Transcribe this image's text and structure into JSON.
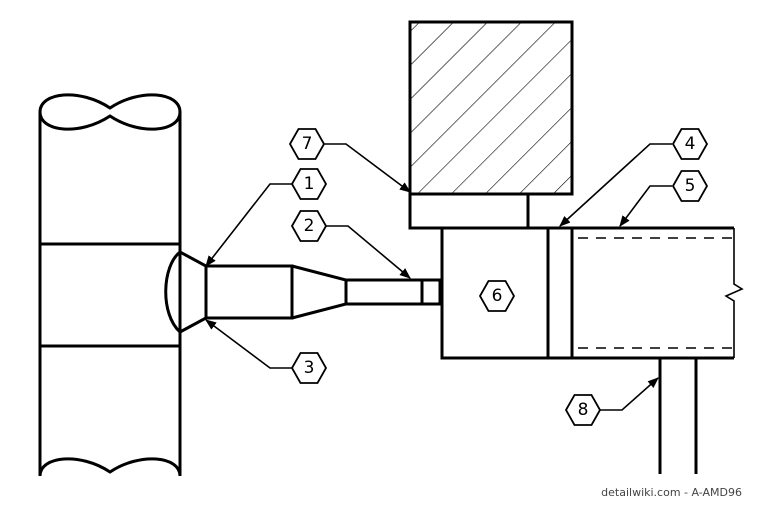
{
  "callouts": {
    "c1": "1",
    "c2": "2",
    "c3": "3",
    "c4": "4",
    "c5": "5",
    "c6": "6",
    "c7": "7",
    "c8": "8"
  },
  "credit": "detailwiki.com - A-AMD96"
}
